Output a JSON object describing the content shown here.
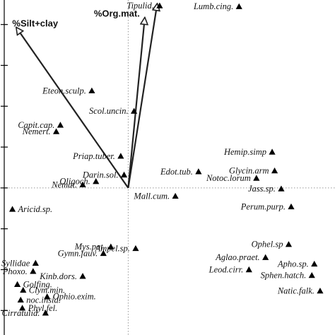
{
  "chart_data": {
    "type": "scatter",
    "title": "",
    "xlabel": "",
    "ylabel": "",
    "xlim": [
      -1.55,
      2.5
    ],
    "ylim": [
      -1.8,
      2.3
    ],
    "grid": false,
    "axes": {
      "left_spine": true,
      "zero_lines": "dotted",
      "left_ticks": [
        2.0,
        1.5,
        1.0,
        0.5,
        0.0,
        -0.5,
        -1.0,
        -1.5
      ]
    },
    "vectors": [
      {
        "label": "%Silt+clay",
        "dx": -1.35,
        "dy": 1.96
      },
      {
        "label": "%Org.mat.",
        "dx": 0.2,
        "dy": 2.08
      },
      {
        "label": "",
        "dx": 0.35,
        "dy": 2.25
      }
    ],
    "points": [
      {
        "label": "Tipulid.",
        "x": 0.38,
        "y": 2.23
      },
      {
        "label": "Lumb.cing.",
        "x": 1.34,
        "y": 2.22
      },
      {
        "label": "Eteon.sculp.",
        "x": -0.44,
        "y": 1.19
      },
      {
        "label": "Scol.uncin.",
        "x": 0.07,
        "y": 0.94
      },
      {
        "label": "Capit.cap.",
        "x": -0.82,
        "y": 0.77
      },
      {
        "label": "Nemert.",
        "x": -0.87,
        "y": 0.69
      },
      {
        "label": "Priap.tuber.",
        "x": -0.09,
        "y": 0.39
      },
      {
        "label": "Oligoch.",
        "x": -0.39,
        "y": 0.08
      },
      {
        "label": "Nemat.",
        "x": -0.55,
        "y": 0.04
      },
      {
        "label": "Darin.sol.",
        "x": -0.05,
        "y": 0.16
      },
      {
        "label": "Edot.tub.",
        "x": 0.85,
        "y": 0.2
      },
      {
        "label": "Hemip.simp",
        "x": 1.74,
        "y": 0.44
      },
      {
        "label": "Glycin.arm",
        "x": 1.77,
        "y": 0.21
      },
      {
        "label": "Notoc.lorum",
        "x": 1.55,
        "y": 0.12
      },
      {
        "label": "Jass.sp.",
        "x": 1.85,
        "y": -0.01
      },
      {
        "label": "Mall.cum.",
        "x": 0.57,
        "y": -0.1
      },
      {
        "label": "Perum.purp.",
        "x": 1.97,
        "y": -0.23
      },
      {
        "label": "Aricid.sp.",
        "x": -1.4,
        "y": -0.26
      },
      {
        "label": "Mys.pat.",
        "x": -0.21,
        "y": -0.72
      },
      {
        "label": "Ampel.sp.",
        "x": 0.09,
        "y": -0.74
      },
      {
        "label": "Gymn.fauv.",
        "x": -0.3,
        "y": -0.8
      },
      {
        "label": "Syllidae",
        "x": -1.12,
        "y": -0.92
      },
      {
        "label": "Ophel.sp",
        "x": 1.94,
        "y": -0.69
      },
      {
        "label": "Aglao.praet.",
        "x": 1.66,
        "y": -0.85
      },
      {
        "label": "Apho.sp.",
        "x": 2.25,
        "y": -0.93
      },
      {
        "label": "Phoxo.",
        "x": -1.15,
        "y": -1.02
      },
      {
        "label": "Kinb.dors.",
        "x": -0.55,
        "y": -1.08
      },
      {
        "label": "Leod.cirr.",
        "x": 1.46,
        "y": -1.0
      },
      {
        "label": "Sphen.hatch.",
        "x": 2.22,
        "y": -1.07
      },
      {
        "label": "Golfing.",
        "x": -1.34,
        "y": -1.18
      },
      {
        "label": "Clym.min.",
        "x": -1.27,
        "y": -1.25
      },
      {
        "label": "Ophio.exim.",
        "x": -0.98,
        "y": -1.33
      },
      {
        "label": "Natic.falk.",
        "x": 2.32,
        "y": -1.26
      },
      {
        "label": "Cirratulid.",
        "x": -1.0,
        "y": -1.53
      },
      {
        "label": "noc.insid.",
        "x": -1.3,
        "y": -1.37
      },
      {
        "label": "Phyl.fel.",
        "x": -1.28,
        "y": -1.47
      }
    ],
    "colors": {
      "marker": "#000000",
      "vector": "#222222",
      "guide": "#999999"
    }
  }
}
